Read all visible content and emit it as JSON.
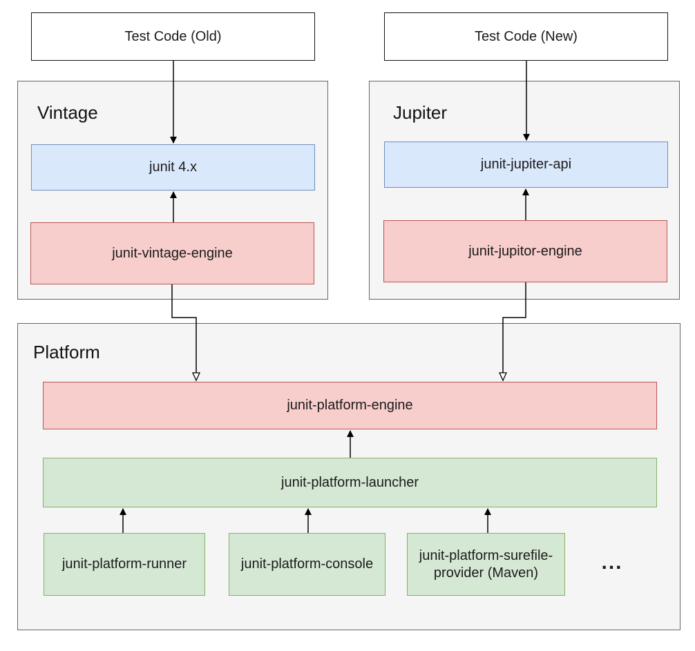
{
  "top_boxes": {
    "old": "Test Code (Old)",
    "new": "Test Code (New)"
  },
  "vintage": {
    "title": "Vintage",
    "api": "junit 4.x",
    "engine": "junit-vintage-engine"
  },
  "jupiter": {
    "title": "Jupiter",
    "api": "junit-jupiter-api",
    "engine": "junit-jupitor-engine"
  },
  "platform": {
    "title": "Platform",
    "engine": "junit-platform-engine",
    "launcher": "junit-platform-launcher",
    "runner": "junit-platform-runner",
    "console": "junit-platform-console",
    "surefire": "junit-platform-surefile-provider (Maven)",
    "more": "..."
  },
  "colors": {
    "blue_fill": "#dae8fc",
    "red_fill": "#f8cecc",
    "green_fill": "#d5e8d4",
    "group_fill": "#f5f5f5"
  }
}
